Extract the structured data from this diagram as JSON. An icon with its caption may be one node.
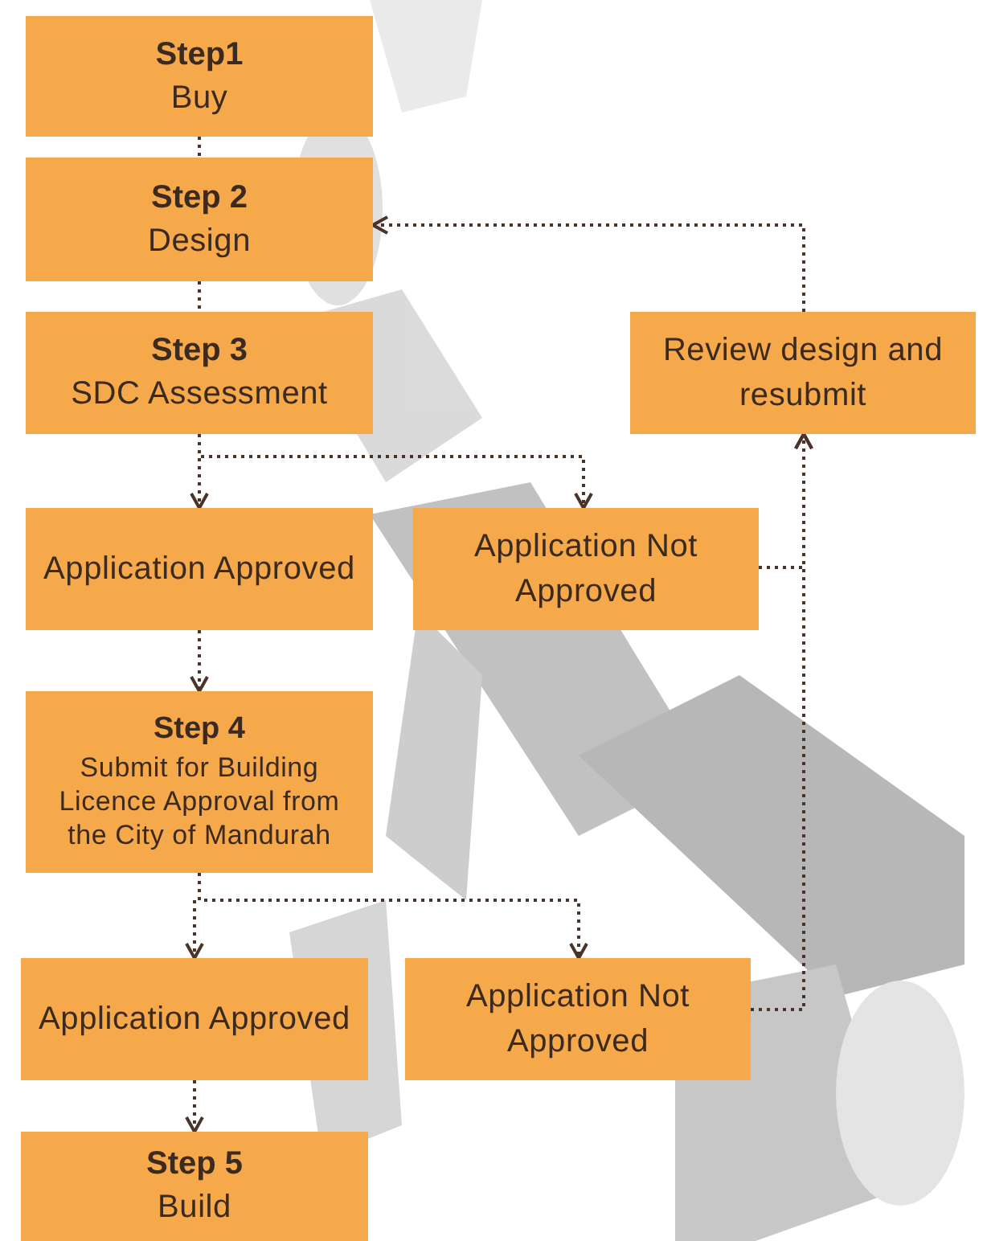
{
  "diagram": {
    "nodes": [
      {
        "text": [
          "Step1",
          "Buy"
        ]
      },
      {
        "text": [
          "Step 2",
          "Design"
        ]
      },
      {
        "text": [
          "Step 3",
          "SDC Assessment"
        ]
      },
      {
        "text": [
          "Review design and resubmit"
        ]
      },
      {
        "text": [
          "Application Approved"
        ]
      },
      {
        "text": [
          "Application Not Approved"
        ]
      },
      {
        "text": [
          "Step 4",
          "Submit for Building Licence Approval from the City of Mandurah"
        ]
      },
      {
        "text": [
          "Application Approved"
        ]
      },
      {
        "text": [
          "Application Not Approved"
        ]
      },
      {
        "text": [
          "Step 5",
          "Build"
        ]
      }
    ],
    "edges": [
      {
        "from": 0,
        "to": 1,
        "arrow": "none"
      },
      {
        "from": 1,
        "to": 2,
        "arrow": "none"
      },
      {
        "from": 2,
        "to": 4,
        "arrow": "to"
      },
      {
        "from": 2,
        "to": 5,
        "arrow": "to"
      },
      {
        "from": 4,
        "to": 6,
        "arrow": "to"
      },
      {
        "from": 6,
        "to": 7,
        "arrow": "to"
      },
      {
        "from": 6,
        "to": 8,
        "arrow": "to"
      },
      {
        "from": 7,
        "to": 9,
        "arrow": "to"
      },
      {
        "from": 5,
        "to": 3,
        "arrow": "to"
      },
      {
        "from": 8,
        "to": 3,
        "arrow": "to"
      },
      {
        "from": 3,
        "to": 1,
        "arrow": "to"
      }
    ]
  }
}
